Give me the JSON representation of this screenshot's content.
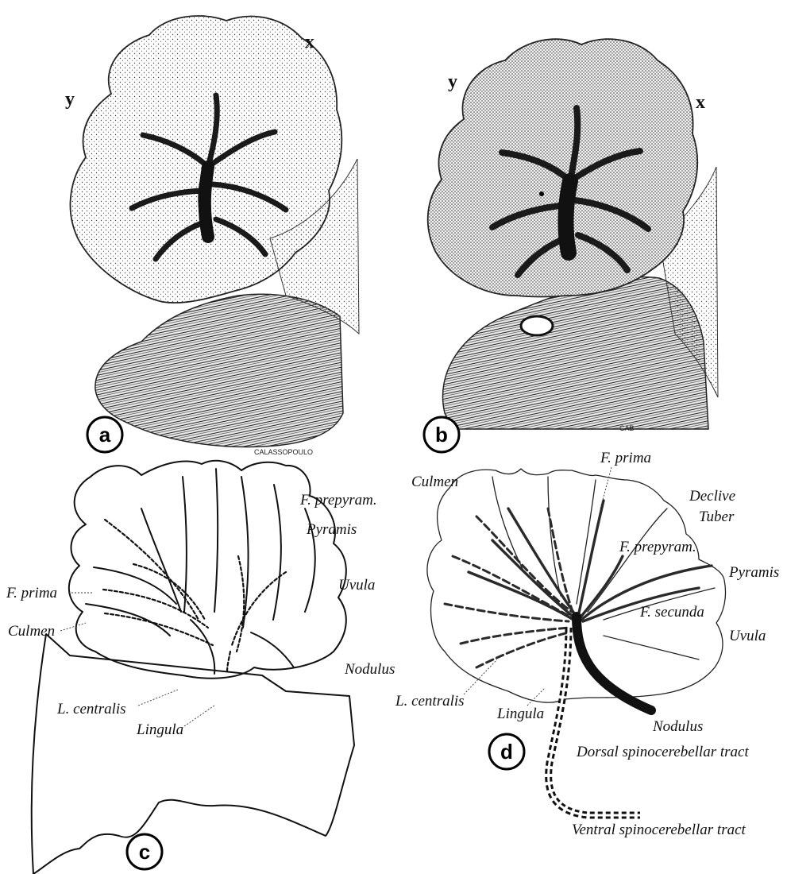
{
  "panel_a": {
    "badge": "a",
    "marker_x": "x",
    "marker_y": "y",
    "signature": "CALASSOPOULO"
  },
  "panel_b": {
    "badge": "b",
    "marker_x": "x",
    "marker_y": "y",
    "signature": "CAB"
  },
  "panel_c": {
    "badge": "c",
    "labels": {
      "f_prepyram": "F. prepyram.",
      "pyramis": "Pyramis",
      "uvula": "Uvula",
      "f_prima": "F. prima",
      "culmen": "Culmen",
      "nodulus": "Nodulus",
      "l_centralis": "L. centralis",
      "lingula": "Lingula"
    }
  },
  "panel_d": {
    "badge": "d",
    "labels": {
      "f_prima": "F. prima",
      "culmen": "Culmen",
      "declive": "Declive",
      "tuber": "Tuber",
      "f_prepyram": "F. prepyram.",
      "pyramis": "Pyramis",
      "f_secunda": "F. secunda",
      "uvula": "Uvula",
      "l_centralis": "L. centralis",
      "lingula": "Lingula",
      "nodulus": "Nodulus",
      "dorsal_tract": "Dorsal spinocerebellar tract",
      "ventral_tract": "Ventral spinocerebellar tract"
    }
  }
}
